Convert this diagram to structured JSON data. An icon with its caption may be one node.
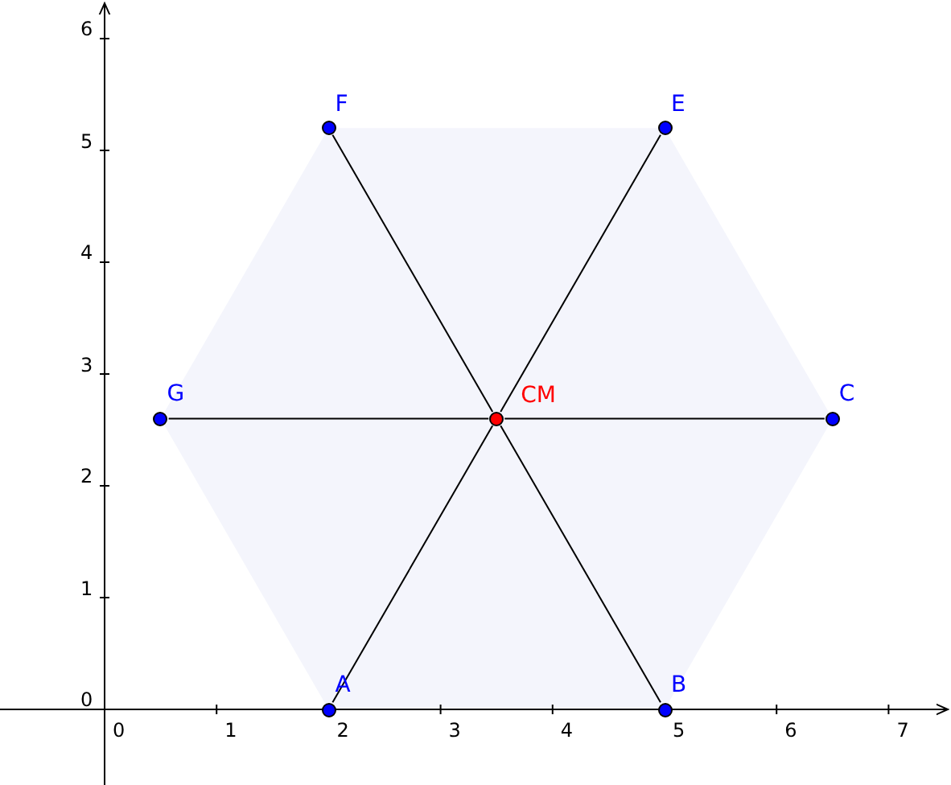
{
  "diagram": {
    "nodes": [
      {
        "text": [
          "F"
        ]
      },
      {
        "text": [
          "E"
        ]
      },
      {
        "text": [
          "G"
        ]
      },
      {
        "text": [
          "CM"
        ]
      },
      {
        "text": [
          "C"
        ]
      },
      {
        "text": [
          "A"
        ]
      },
      {
        "text": [
          "B"
        ]
      }
    ],
    "edges": [
      {
        "from": 3,
        "to": 0,
        "arrow": "none"
      },
      {
        "from": 3,
        "to": 1,
        "arrow": "none"
      },
      {
        "from": 3,
        "to": 2,
        "arrow": "none"
      },
      {
        "from": 3,
        "to": 4,
        "arrow": "none"
      },
      {
        "from": 3,
        "to": 5,
        "arrow": "none"
      },
      {
        "from": 3,
        "to": 6,
        "arrow": "none"
      }
    ],
    "labels": [
      "6",
      "5",
      "4",
      "3",
      "2",
      "1",
      "0",
      "0",
      "1",
      "2",
      "3",
      "4",
      "5",
      "6",
      "7"
    ]
  }
}
